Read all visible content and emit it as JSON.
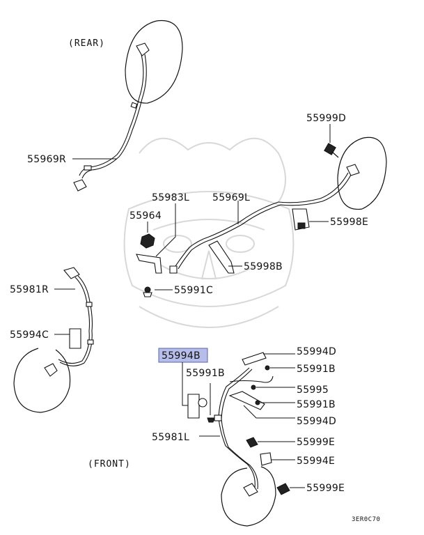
{
  "labels": {
    "rear": "(REAR)",
    "front": "(FRONT)",
    "p55969R": "55969R",
    "p55999D": "55999D",
    "p55983L": "55983L",
    "p55969L": "55969L",
    "p55964": "55964",
    "p55998E": "55998E",
    "p55998B": "55998B",
    "p55981R": "55981R",
    "p55991C": "55991C",
    "p55994C": "55994C",
    "p55994B": "55994B",
    "p55994D_top": "55994D",
    "p55991B_top": "55991B",
    "p55991B_left": "55991B",
    "p55995": "55995",
    "p55991B_mid": "55991B",
    "p55994D_bottom": "55994D",
    "p55981L": "55981L",
    "p55999E_top": "55999E",
    "p55994E": "55994E",
    "p55999E_bottom": "55999E",
    "diagram_code": "3ER0C70"
  },
  "colors": {
    "highlight_fill": "#b6bde8",
    "highlight_border": "#5a63b0",
    "watermark": "#d8d8d8"
  }
}
